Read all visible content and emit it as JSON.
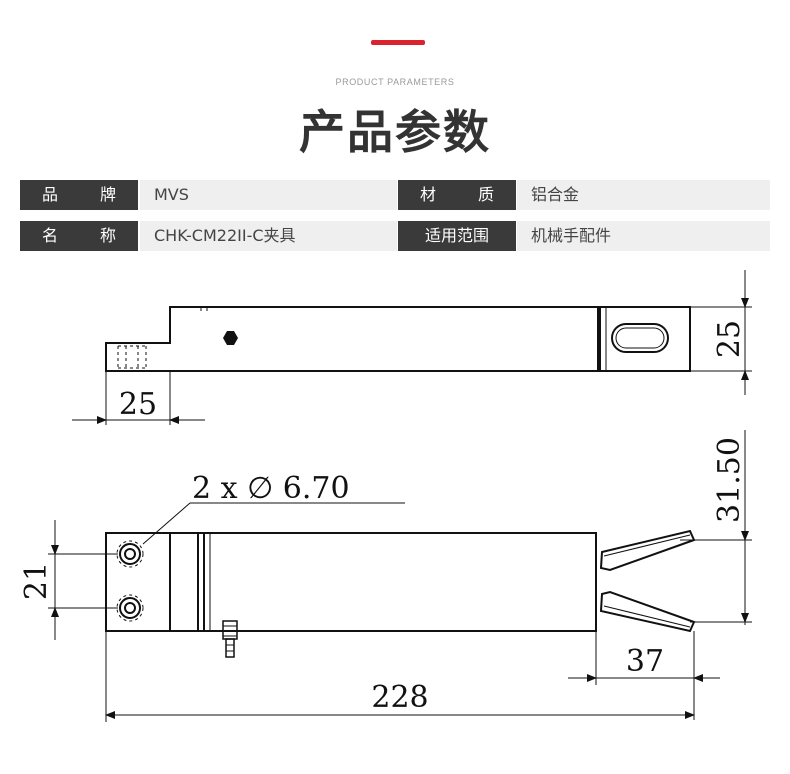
{
  "header": {
    "subtitle": "PRODUCT PARAMETERS",
    "title": "产品参数",
    "accent_color": "#d9232e"
  },
  "params": {
    "rows": [
      {
        "label1": "品牌",
        "value1": "MVS",
        "label2": "材质",
        "value2": "铝合金"
      },
      {
        "label1": "名称",
        "value1": "CHK-CM22II-C夹具",
        "label2": "适用范围",
        "value2": "机械手配件"
      }
    ]
  },
  "drawing": {
    "dim_top_left": "25",
    "dim_top_right": "25",
    "dim_hole_note": "2 x ∅ 6.70",
    "dim_hole_spacing": "21",
    "dim_height": "31.50",
    "dim_finger_length": "37",
    "dim_total_length": "228"
  }
}
